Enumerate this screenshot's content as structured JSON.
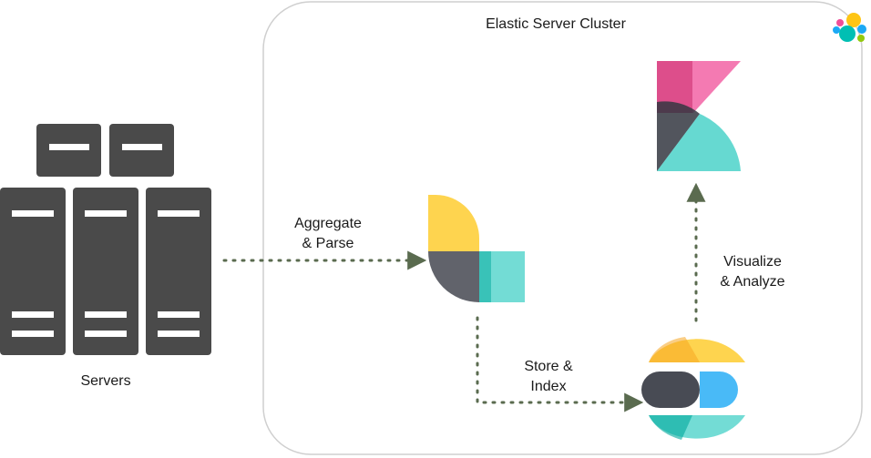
{
  "cluster": {
    "title": "Elastic Server Cluster"
  },
  "servers": {
    "label": "Servers"
  },
  "edges": [
    {
      "from": "servers",
      "to": "logstash",
      "label_line1": "Aggregate",
      "label_line2": "& Parse"
    },
    {
      "from": "logstash",
      "to": "elasticsearch",
      "label_line1": "Store &",
      "label_line2": "Index"
    },
    {
      "from": "elasticsearch",
      "to": "kibana",
      "label_line1": "Visualize",
      "label_line2": "& Analyze"
    }
  ],
  "colors": {
    "server": "#4a4a4a",
    "server_slot": "#ffffff",
    "arrow": "#5a6b4f",
    "cluster_border": "#cfcfcf",
    "yellow": "#fec514",
    "teal": "#00bfb3",
    "pink": "#f04e98",
    "blue": "#1ba9f5",
    "dark": "#343741"
  },
  "icons": {
    "servers": "server-rack-icon",
    "logstash": "logstash-logo",
    "elasticsearch": "elasticsearch-logo",
    "kibana": "kibana-logo",
    "elastic": "elastic-logo"
  }
}
